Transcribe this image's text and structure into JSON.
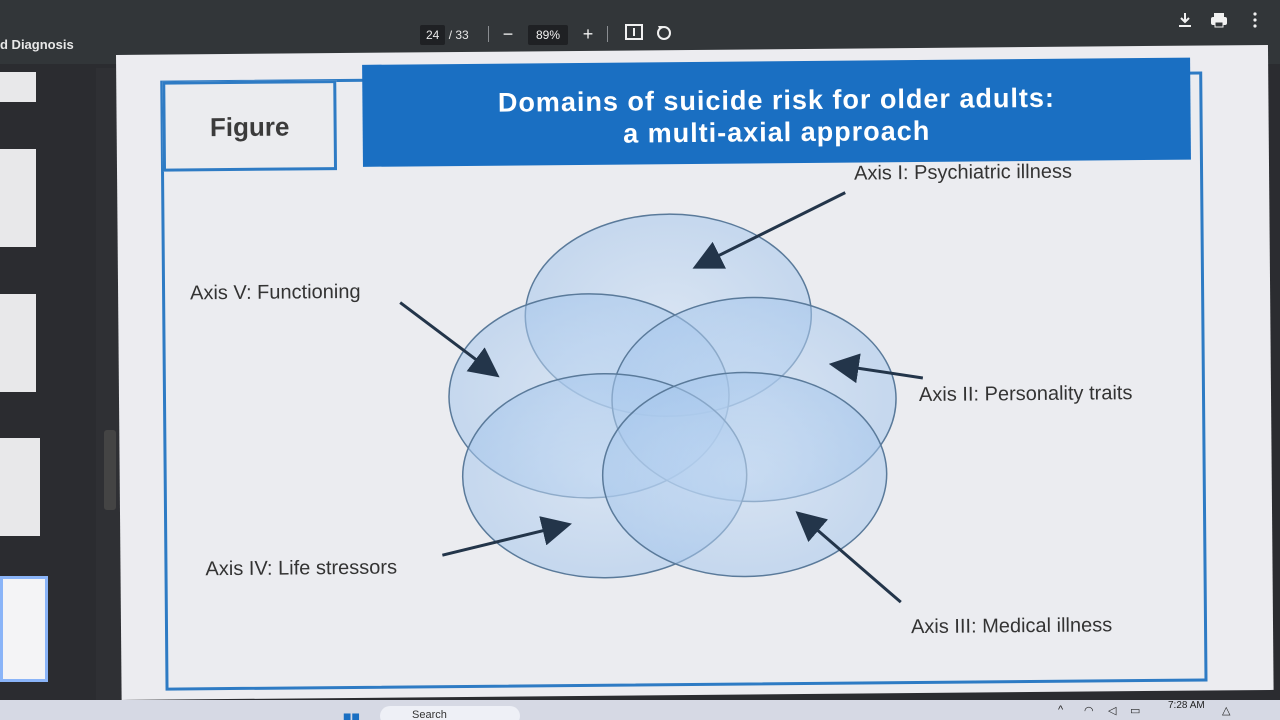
{
  "viewer": {
    "doc_title": "d Diagnosis",
    "page_current": "24",
    "page_total": "/ 33",
    "zoom": "89%",
    "zoom_out_symbol": "−",
    "zoom_in_symbol": "+",
    "icons": [
      "fit-page-icon",
      "rotate-icon",
      "download-icon",
      "print-icon",
      "more-icon"
    ]
  },
  "figure": {
    "label": "Figure",
    "title_line1": "Domains of suicide risk for older adults:",
    "title_line2": "a multi-axial approach",
    "axes": {
      "axis1": "Axis I: Psychiatric illness",
      "axis2": "Axis II: Personality traits",
      "axis3": "Axis III: Medical illness",
      "axis4": "Axis IV: Life stressors",
      "axis5": "Axis V: Functioning"
    },
    "colors": {
      "frame": "#2e7bc4",
      "title_bg": "#1a6fc2",
      "circle_fill": "#bcd5f2",
      "circle_stroke": "#5a7a9a"
    }
  },
  "taskbar": {
    "search_label": "Search",
    "time": "7:28 AM"
  }
}
